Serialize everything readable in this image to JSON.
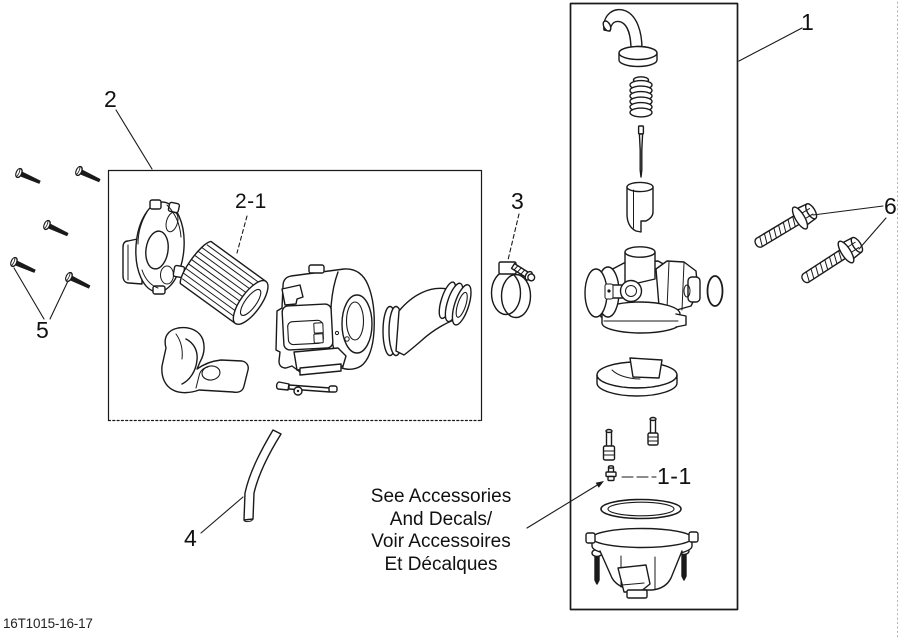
{
  "page": {
    "background": "#ffffff",
    "line_color": "#1a1a1a",
    "doc_code": "16T1015-16-17"
  },
  "callouts": {
    "c1": "1",
    "c1_1": "1-1",
    "c2": "2",
    "c2_1": "2-1",
    "c3": "3",
    "c4": "4",
    "c5": "5",
    "c6": "6"
  },
  "note": {
    "line1": "See Accessories",
    "line2": "And Decals/",
    "line3": "Voir Accessoires",
    "line4": "Et Décalques"
  },
  "part_icons": [
    "vent-tube-icon",
    "spring-icon",
    "jet-needle-icon",
    "throttle-slide-icon",
    "carburetor-body-icon",
    "o-ring-icon",
    "float-icon",
    "jets-icon",
    "pilot-screw-icon",
    "bowl-gasket-icon",
    "float-bowl-icon",
    "bolt-icon",
    "hose-clamp-icon",
    "screw-icon",
    "vent-hose-icon",
    "airbox-cover-icon",
    "filter-element-icon",
    "silencer-body-icon",
    "intake-boot-icon",
    "support-bracket-icon",
    "cable-lever-icon",
    "arrow-head-icon"
  ]
}
